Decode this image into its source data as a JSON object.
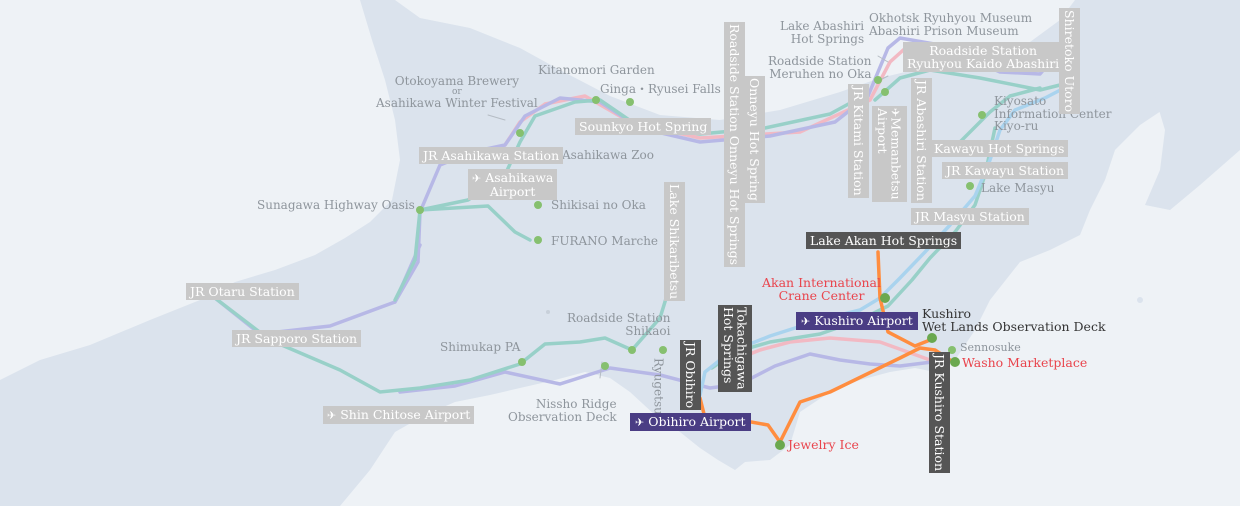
{
  "colors": {
    "land": "#dbe3ed",
    "sea": "#eef2f6",
    "route_orange": "#ff8d3f",
    "route_pink": "#f2b9c3",
    "route_purple": "#b7b8e6",
    "route_teal": "#98d0c8",
    "route_blue": "#a9d3ee",
    "dot_green": "#6aa84f",
    "label_gray_box": "#c8c8c8",
    "label_dark_box": "#555555",
    "label_airport_box": "#4a3d84",
    "text_red": "#e9444c"
  },
  "icons": {
    "airport": "airplane-icon",
    "stop": "green-dot"
  },
  "places": {
    "otokoyama": "Otokoyama Brewery",
    "or": "or",
    "winter_festival": "Asahikawa Winter Festival",
    "kitanomori": "Kitanomori Garden",
    "ginga": "Ginga・Ryusei Falls",
    "sounkyo": "Sounkyo Hot Spring",
    "jr_asahikawa": "JR Asahikawa Station",
    "asahikawa_zoo": "Asahikawa Zoo",
    "asahikawa_airport_line1": "Asahikawa",
    "asahikawa_airport_line2": "Airport",
    "sunagawa": "Sunagawa Highway Oasis",
    "shikisai": "Shikisai no Oka",
    "furano": "FURANO Marche",
    "onneyu_station": "Roadside Station Onneyu Hot Springs",
    "onneyu_hot": "Onneyu Hot Spring",
    "lake_abashiri_line1": "Lake Abashiri",
    "lake_abashiri_line2": "Hot Springs",
    "okhotsk_museum": "Okhotsk Ryuhyou Museum",
    "abashiri_prison": "Abashiri Prison Museum",
    "shiretoko": "Shiretoko Utoro",
    "rs_ryuhyou_line1": "Roadside Station",
    "rs_ryuhyou_line2": "Ryuhyou Kaido Abashiri",
    "meruhen_line1": "Roadside Station",
    "meruhen_line2": "Meruhen no Oka",
    "jr_kitami": "JR Kitami Station",
    "memanbetsu_line1": "Memanbetsu",
    "memanbetsu_line2": "Airport",
    "jr_abashiri": "JR Abashiri Station",
    "kiyosato_line1": "Kiyosato",
    "kiyosato_line2": "Information Center",
    "kiyosato_line3": "Kiyo-ru",
    "kawayu_hot": "Kawayu Hot Springs",
    "jr_kawayu": "JR Kawayu Station",
    "lake_masyu": "Lake Masyu",
    "jr_masyu": "JR Masyu Station",
    "lake_akan": "Lake Akan Hot Springs",
    "akan_crane_line1": "Akan International",
    "akan_crane_line2": "Crane Center",
    "kushiro_airport": "Kushiro Airport",
    "kushiro_wetlands_line1": "Kushiro",
    "kushiro_wetlands_line2": "Wet Lands Observation Deck",
    "sennosuke": "Sennosuke",
    "washo": "Washo Marketplace",
    "jr_kushiro": "JR Kushiro Station",
    "lake_shikaribetsu": "Lake Shikaribetsu",
    "jr_otaru": "JR Otaru Station",
    "jr_sapporo": "JR Sapporo Station",
    "shimukap": "Shimukap PA",
    "rs_shikaoi_line1": "Roadside Station",
    "rs_shikaoi_line2": "Shikaoi",
    "ryugetsu": "Ryugetsu",
    "tokachigawa_line1": "Tokachigawa",
    "tokachigawa_line2": "Hot Springs",
    "jr_obihiro": "JR Obihiro",
    "nissho_line1": "Nissho Ridge",
    "nissho_line2": "Observation Deck",
    "shin_chitose": "Shin Chitose Airport",
    "obihiro_airport": "Obihiro Airport",
    "jewelry_ice": "Jewelry Ice"
  }
}
